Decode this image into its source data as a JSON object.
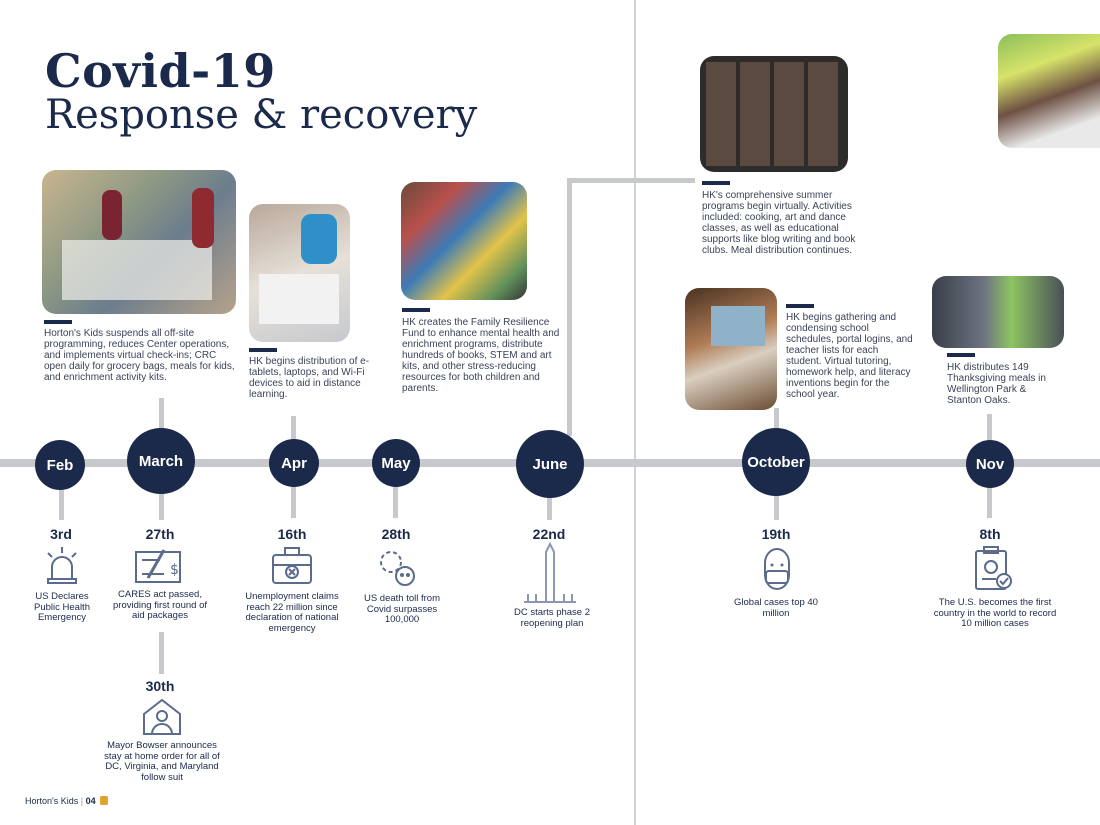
{
  "header": {
    "title_bold": "Covid-19",
    "title_light": "Response & recovery"
  },
  "months": [
    "Feb",
    "March",
    "Apr",
    "May",
    "June",
    "October",
    "Nov"
  ],
  "events_below": [
    {
      "date": "3rd",
      "text": "US Declares Public Health Emergency",
      "icon": "siren-icon"
    },
    {
      "date": "27th",
      "text": "CARES act passed, providing first round of aid packages",
      "icon": "check-payment-icon"
    },
    {
      "date": "30th",
      "text": "Mayor Bowser announces stay at home order for all of DC, Virginia, and Maryland follow suit",
      "icon": "house-person-icon"
    },
    {
      "date": "16th",
      "text": "Unemployment claims reach 22 million since declaration of national emergency",
      "icon": "briefcase-icon"
    },
    {
      "date": "28th",
      "text": "US death toll from Covid surpasses 100,000",
      "icon": "virus-skull-icon"
    },
    {
      "date": "22nd",
      "text": "DC starts phase 2 reopening plan",
      "icon": "monument-icon"
    },
    {
      "date": "19th",
      "text": "Global cases top 40 million",
      "icon": "masked-face-icon"
    },
    {
      "date": "8th",
      "text": "The U.S. becomes the first country in the world to record 10 million cases",
      "icon": "clipboard-virus-icon"
    }
  ],
  "events_above": [
    {
      "text": "Horton's Kids suspends all off-site programming, reduces Center operations, and implements virtual check-ins; CRC open daily for grocery bags, meals for kids, and enrichment activity kits."
    },
    {
      "text": "HK begins distribution of e-tablets, laptops, and Wi-Fi devices to aid in distance learning."
    },
    {
      "text": "HK creates the Family Resilience Fund to enhance mental health and enrichment programs, distribute hundreds of books, STEM and art kits, and other stress-reducing resources for both children and parents."
    },
    {
      "text": "HK's comprehensive summer programs begin virtually. Activities included: cooking, art and dance classes, as well as educational supports like blog writing and book clubs. Meal distribution continues."
    },
    {
      "text": "HK begins gathering and condensing school schedules, portal logins, and teacher lists for each student. Virtual tutoring, homework help, and literacy inventions begin for the school year."
    },
    {
      "text": "HK distributes 149 Thanksgiving meals in Wellington Park & Stanton Oaks."
    }
  ],
  "footer": {
    "org": "Horton's Kids",
    "page": "04"
  },
  "colors": {
    "navy": "#1b2a4a",
    "line": "#c8c9cc"
  }
}
